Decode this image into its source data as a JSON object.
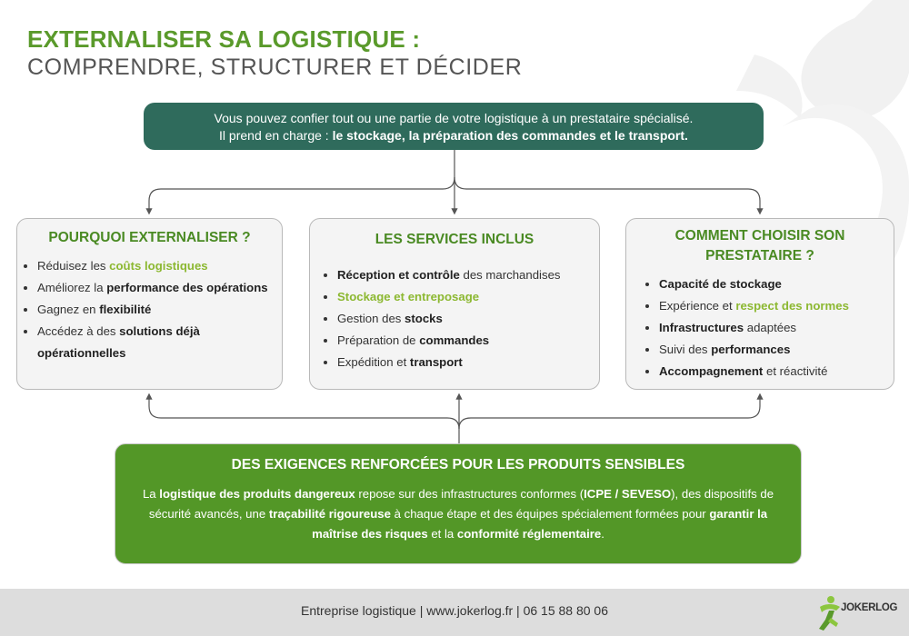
{
  "header": {
    "title_line1": "EXTERNALISER SA LOGISTIQUE :",
    "title_line2": "COMPRENDRE, STRUCTURER ET DÉCIDER"
  },
  "intro": {
    "line1": "Vous pouvez confier tout ou une partie de votre logistique à un prestataire spécialisé.",
    "line2_prefix": "Il prend en charge : ",
    "line2_bold": "le stockage, la préparation des commandes et le transport."
  },
  "cards": [
    {
      "title": "POURQUOI EXTERNALISER ?",
      "items": [
        {
          "a": "Réduisez les ",
          "g": "coûts logistiques"
        },
        {
          "a": "Améliorez la ",
          "b": "performance des opérations"
        },
        {
          "a": "Gagnez en ",
          "b": "flexibilité"
        },
        {
          "a": "Accédez à des ",
          "b": "solutions déjà opérationnelles"
        }
      ]
    },
    {
      "title": "LES SERVICES INCLUS",
      "items": [
        {
          "b": "Réception et contrôle",
          "c": " des marchandises"
        },
        {
          "g": "Stockage et entreposage"
        },
        {
          "a": "Gestion des ",
          "b": "stocks"
        },
        {
          "a": "Préparation de ",
          "b": "commandes"
        },
        {
          "a": "Expédition et ",
          "b": "transport"
        }
      ]
    },
    {
      "title": "COMMENT CHOISIR SON PRESTATAIRE ?",
      "items": [
        {
          "b": "Capacité de stockage"
        },
        {
          "a": "Expérience et ",
          "g": "respect des normes"
        },
        {
          "b": "Infrastructures",
          "c": " adaptées"
        },
        {
          "a": "Suivi des ",
          "b": "performances"
        },
        {
          "b": "Accompagnement",
          "c": " et réactivité"
        }
      ]
    }
  ],
  "sensitive": {
    "title": "DES EXIGENCES RENFORCÉES POUR LES PRODUITS SENSIBLES",
    "t1": "La ",
    "b1": "logistique des produits dangereux",
    "t2": " repose sur des infrastructures conformes (",
    "b2": "ICPE / SEVESO",
    "t3": "), des dispositifs de sécurité avancés, une ",
    "b3": "traçabilité rigoureuse",
    "t4": " à chaque étape et des équipes spécialement formées pour ",
    "b4": "garantir la maîtrise des risques",
    "t5": " et la ",
    "b5": "conformité réglementaire",
    "t6": "."
  },
  "footer": {
    "text": "Entreprise logistique | www.jokerlog.fr | 06 15 88 80 06",
    "logo_text": "JOKERLOG"
  },
  "colors": {
    "accent_green": "#5a9a2b",
    "light_green": "#8cb831",
    "intro_teal": "#2f6b5c",
    "sensitive_green": "#539727"
  }
}
